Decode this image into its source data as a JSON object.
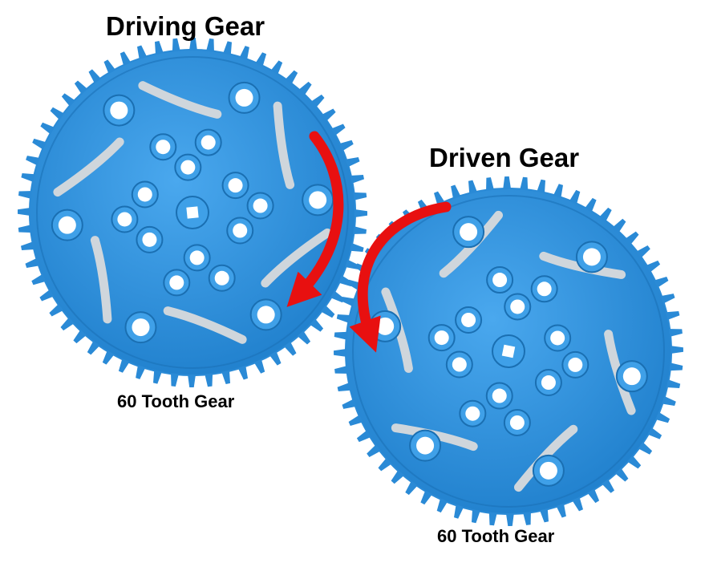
{
  "gears": [
    {
      "id": "driving",
      "title": "Driving Gear",
      "subtitle": "60 Tooth Gear",
      "teeth": 60,
      "color": "#2a8ad6"
    },
    {
      "id": "driven",
      "title": "Driven Gear",
      "subtitle": "60 Tooth Gear",
      "teeth": 60,
      "color": "#2a8ad6"
    }
  ],
  "colors": {
    "arrow": "#e81010",
    "hub_hole": "#ffffff",
    "rim": "#3b9ae2"
  },
  "icons": {
    "rotation_arrow": "curved-arrow-icon"
  }
}
